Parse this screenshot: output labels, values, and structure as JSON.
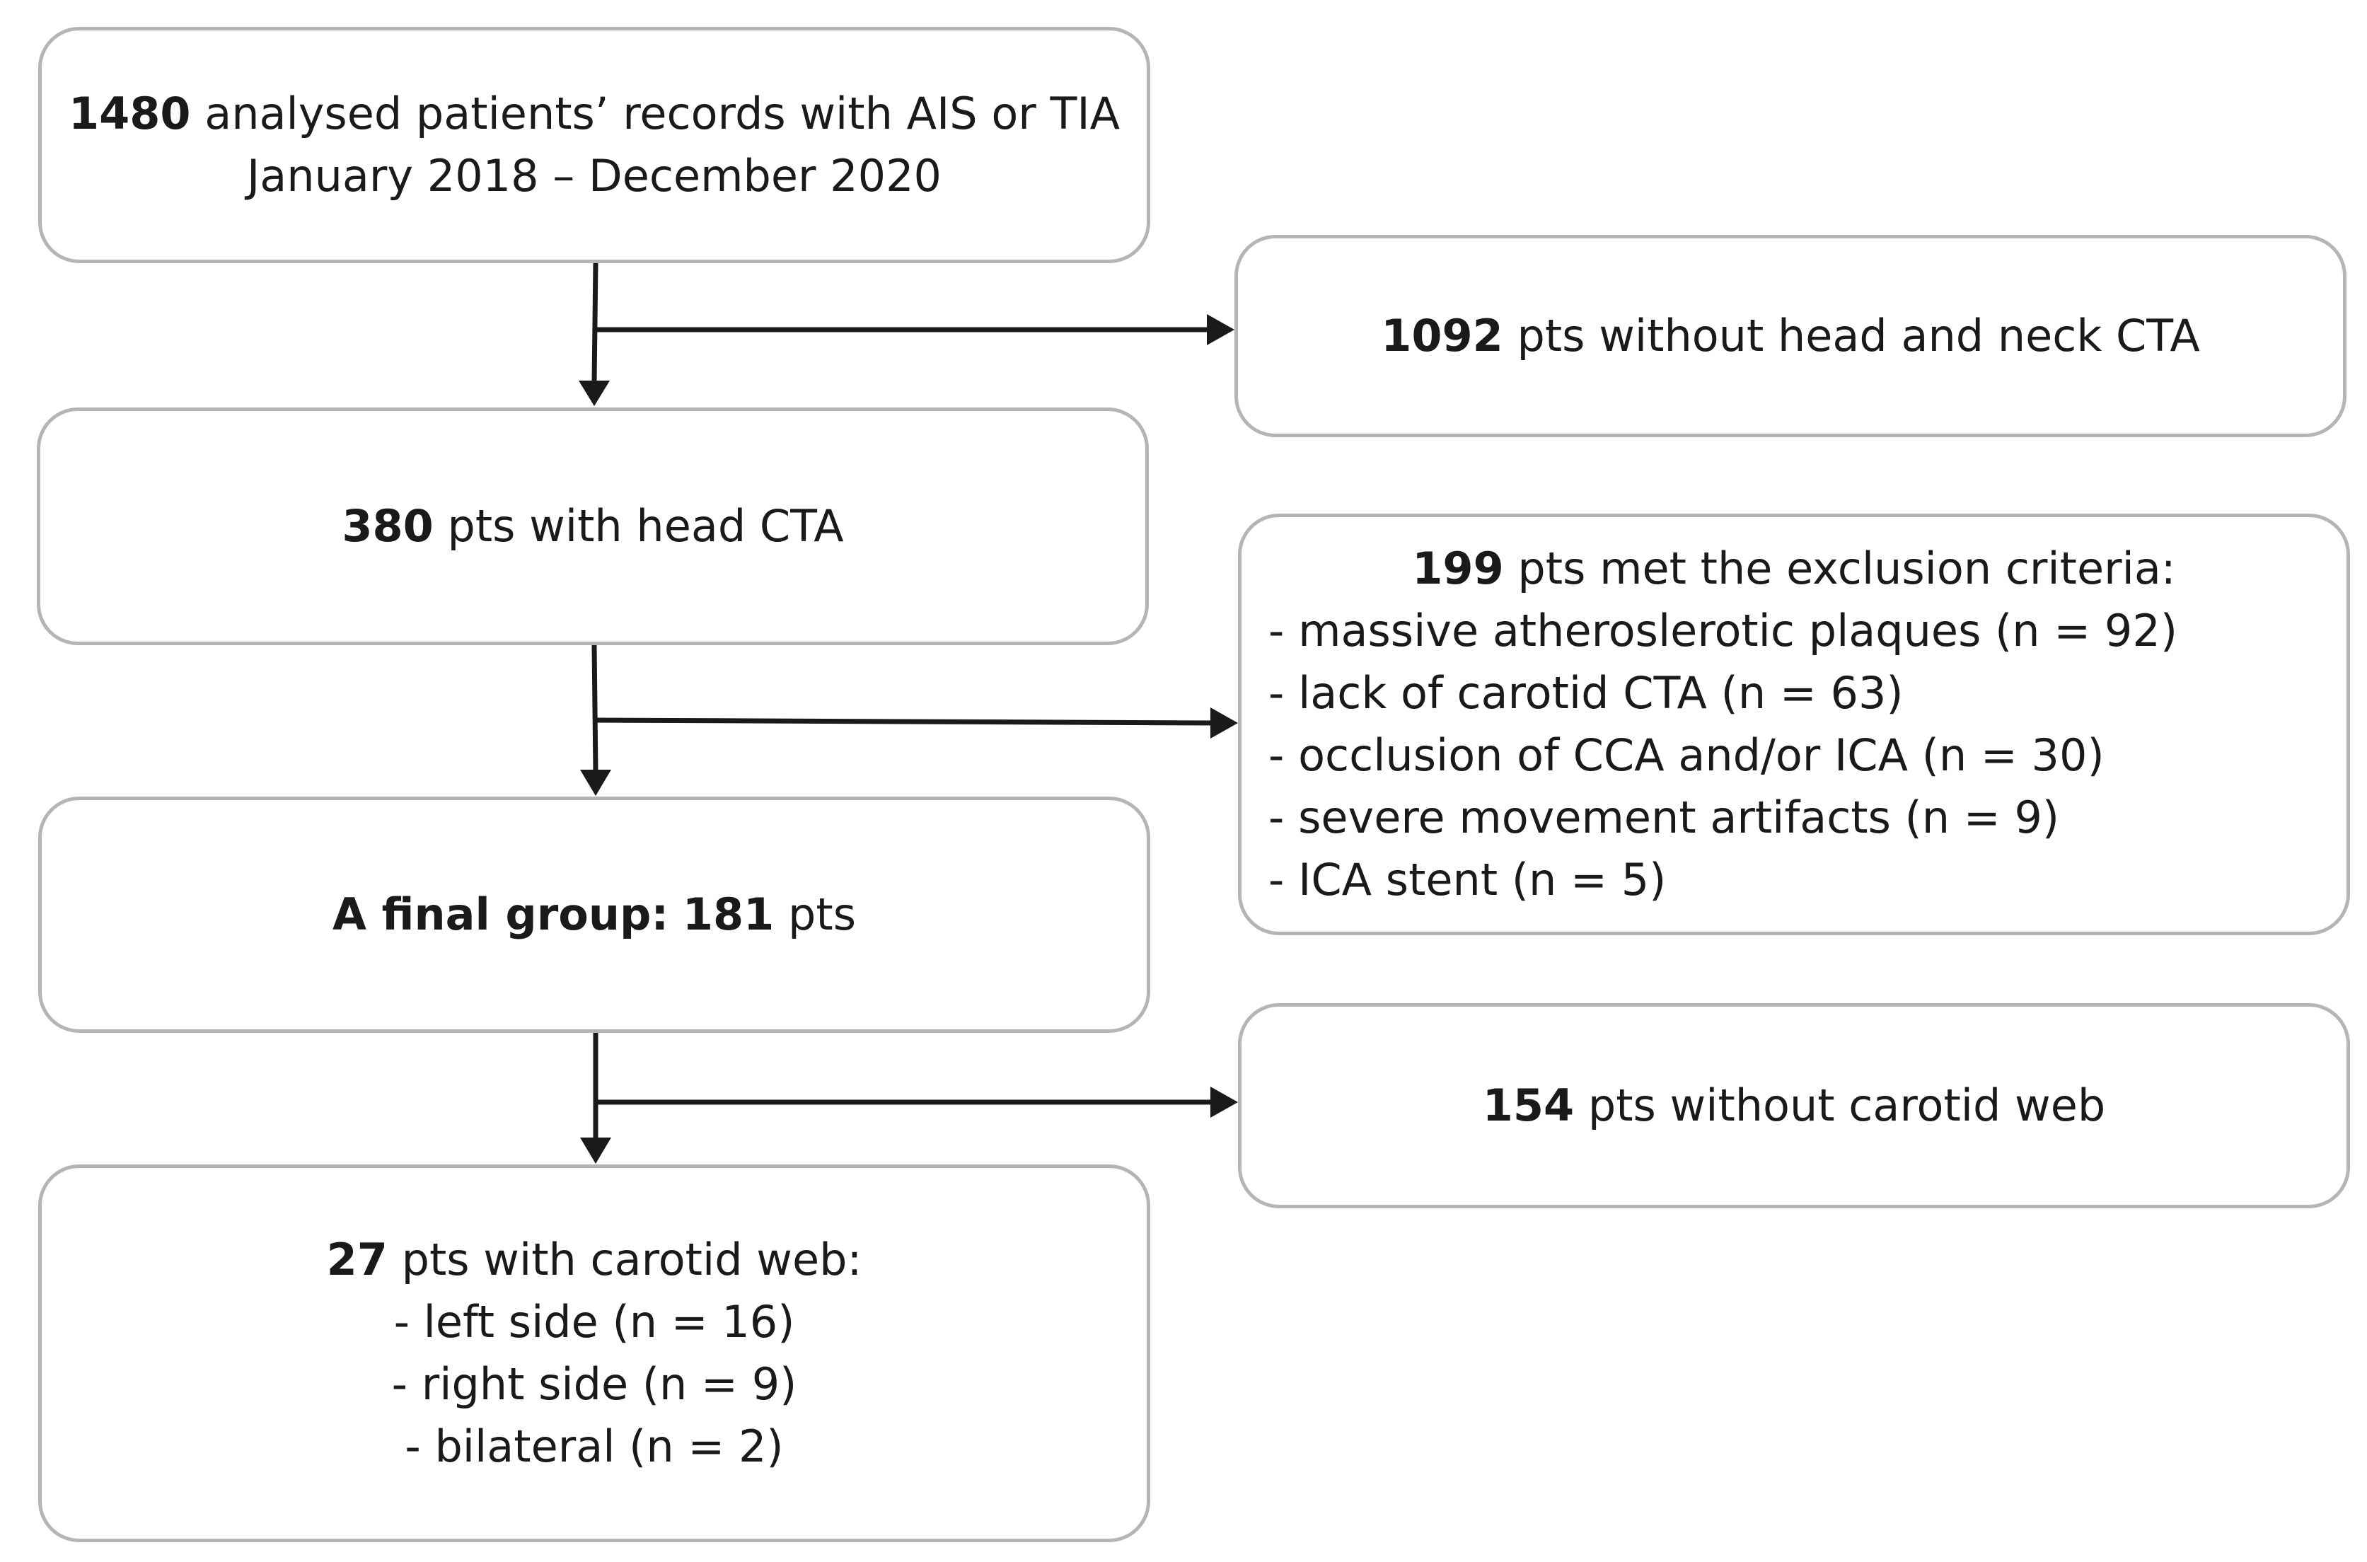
{
  "nodes": {
    "analysed": {
      "count": "1480",
      "text": " analysed patients’ records with AIS or TIA",
      "period": "January 2018 – December 2020"
    },
    "no_cta": {
      "count": "1092",
      "text": " pts without head and neck CTA"
    },
    "head_cta": {
      "count": "380",
      "text": " pts with head CTA"
    },
    "exclusion": {
      "count": "199",
      "text": " pts met the exclusion criteria:",
      "items": [
        "- massive atheroslerotic plaques (n = 92)",
        "- lack of carotid CTA (n = 63)",
        "- occlusion of CCA and/or ICA (n = 30)",
        "- severe movement artifacts (n = 9)",
        "- ICA stent (n = 5)"
      ]
    },
    "final_group": {
      "label": "A final group:",
      "count": "181",
      "text": " pts"
    },
    "no_web": {
      "count": "154",
      "text": " pts without carotid web"
    },
    "with_web": {
      "count": "27",
      "text": " pts with carotid web:",
      "items": [
        "- left side (n = 16)",
        "- right side (n = 9)",
        "- bilateral (n = 2)"
      ]
    }
  },
  "edges": [
    {
      "from": "analysed",
      "to": "head_cta"
    },
    {
      "from": "analysed",
      "to": "no_cta"
    },
    {
      "from": "head_cta",
      "to": "final_group"
    },
    {
      "from": "head_cta",
      "to": "exclusion"
    },
    {
      "from": "final_group",
      "to": "with_web"
    },
    {
      "from": "final_group",
      "to": "no_web"
    }
  ],
  "colors": {
    "box_border": "#b5b5b5",
    "arrow": "#1a1a1a",
    "text": "#1a1a1a"
  }
}
